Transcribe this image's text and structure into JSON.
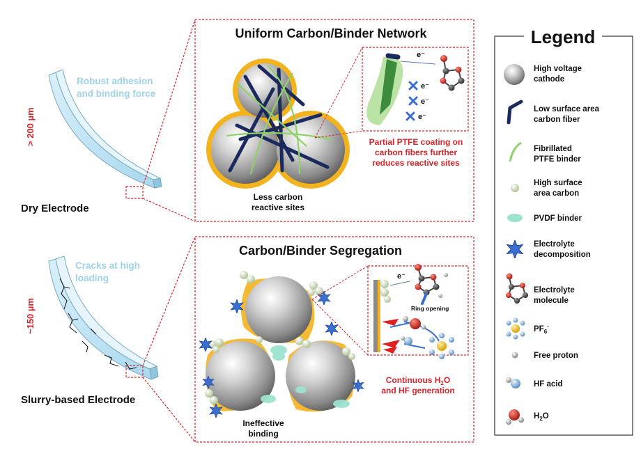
{
  "dry": {
    "adhesion_line1": "Robust adhesion",
    "adhesion_line2": "and binding force",
    "thickness": "> 200 µm",
    "caption": "Dry Electrode",
    "panel_title": "Uniform Carbon/Binder Network",
    "sites_line1": "Less carbon",
    "sites_line2": "reactive sites",
    "ptfe_line1": "Partial PTFE coating on",
    "ptfe_line2": "carbon fibers further",
    "ptfe_line3": "reduces reactive sites",
    "electron": "e⁻"
  },
  "slurry": {
    "cracks_line1": "Cracks at high",
    "cracks_line2": "loading",
    "thickness": "~150 µm",
    "caption": "Slurry-based Electrode",
    "panel_title": "Carbon/Binder Segregation",
    "binding_line1": "Ineffective",
    "binding_line2": "binding",
    "ring_opening": "Ring opening",
    "gen_line1_pre": "Continuous H",
    "gen_line1_sub": "2",
    "gen_line1_post": "O",
    "gen_line2": "and HF generation",
    "electron": "e⁻"
  },
  "legend": {
    "title": "Legend",
    "items": [
      {
        "line1": "High voltage",
        "line2": "cathode"
      },
      {
        "line1": "Low surface area",
        "line2": "carbon fiber"
      },
      {
        "line1": "Fibrillated",
        "line2": "PTFE binder"
      },
      {
        "line1": "High surface",
        "line2": "area carbon"
      },
      {
        "line1": "PVDF binder",
        "line2": ""
      },
      {
        "line1": "Electrolyte",
        "line2": "decomposition"
      },
      {
        "line1": "Electrolyte",
        "line2": "molecule"
      },
      {
        "line1": "PF",
        "sub": "6",
        "sup": "-"
      },
      {
        "line1": "Free proton",
        "line2": ""
      },
      {
        "line1": "HF acid",
        "line2": ""
      },
      {
        "line1": "H",
        "sub": "2",
        "post": "O"
      }
    ]
  },
  "colors": {
    "electrode": "#bfe3f2",
    "dash_red": "#d6252a",
    "coating_orange": "#f3b31f",
    "fiber_navy": "#1b2a5c",
    "ptfe_green": "#8fd16a",
    "pvdf_mint": "#9be3cf",
    "decomp_blue": "#3a6fd1"
  }
}
